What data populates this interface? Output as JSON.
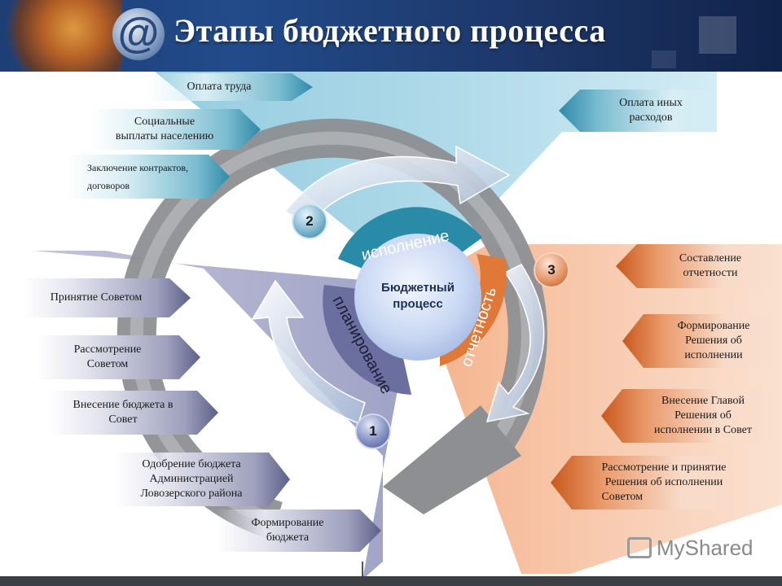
{
  "header": {
    "title": "Этапы бюджетного процесса"
  },
  "center": {
    "line1": "Бюджетный",
    "line2": "процесс"
  },
  "phases": [
    {
      "number": "1",
      "label": "планирование",
      "color": "#6b6fa0"
    },
    {
      "number": "2",
      "label": "исполнение",
      "color": "#2a8ba8"
    },
    {
      "number": "3",
      "label": "отчетность",
      "color": "#e07838"
    }
  ],
  "left_labels": [
    {
      "line1": "Оплата труда"
    },
    {
      "line1": "Социальные",
      "line2": "выплаты населению"
    },
    {
      "line1": "Заключение контрактов,",
      "line2": "договоров"
    },
    {
      "line1": "Принятие Советом"
    },
    {
      "line1": "Рассмотрение",
      "line2": "Советом"
    },
    {
      "line1": "Внесение бюджета в",
      "line2": "Совет"
    },
    {
      "line1": "Одобрение бюджета",
      "line2": "Администрацией",
      "line3": "Ловозерского района"
    },
    {
      "line1": "Формирование",
      "line2": "бюджета"
    }
  ],
  "right_labels": [
    {
      "line1": "Оплата иных",
      "line2": "расходов"
    },
    {
      "line1": "Составление",
      "line2": "отчетности"
    },
    {
      "line1": "Формирование",
      "line2": "Решения об",
      "line3": "исполнении"
    },
    {
      "line1": "Внесение Главой",
      "line2": "Решения об",
      "line3": "исполнении в Совет"
    },
    {
      "line1": "Рассмотрение и принятие",
      "line2": "Решения об исполнении",
      "line3": "Советом"
    }
  ],
  "watermark": {
    "text": "MyShared",
    "icon": "projector-icon"
  }
}
